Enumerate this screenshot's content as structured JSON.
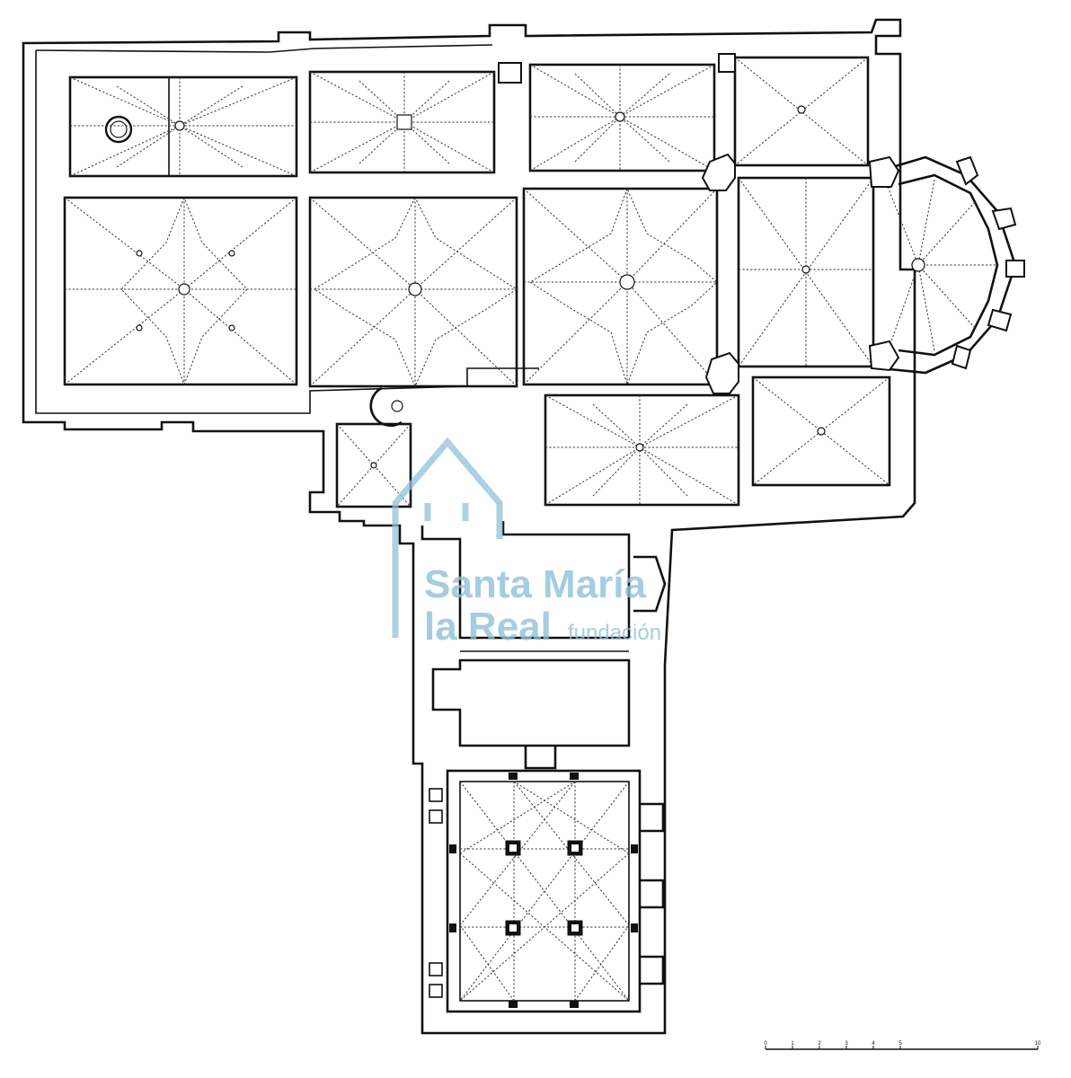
{
  "watermark": {
    "line1": "Santa María",
    "line2": "la Real",
    "line3": "fundación",
    "color": "#8fc1d8"
  },
  "scale_bar": {
    "labels": [
      "0",
      "1",
      "2",
      "3",
      "4",
      "5",
      "10"
    ]
  },
  "colors": {
    "ink": "#111111",
    "paper": "#ffffff"
  }
}
